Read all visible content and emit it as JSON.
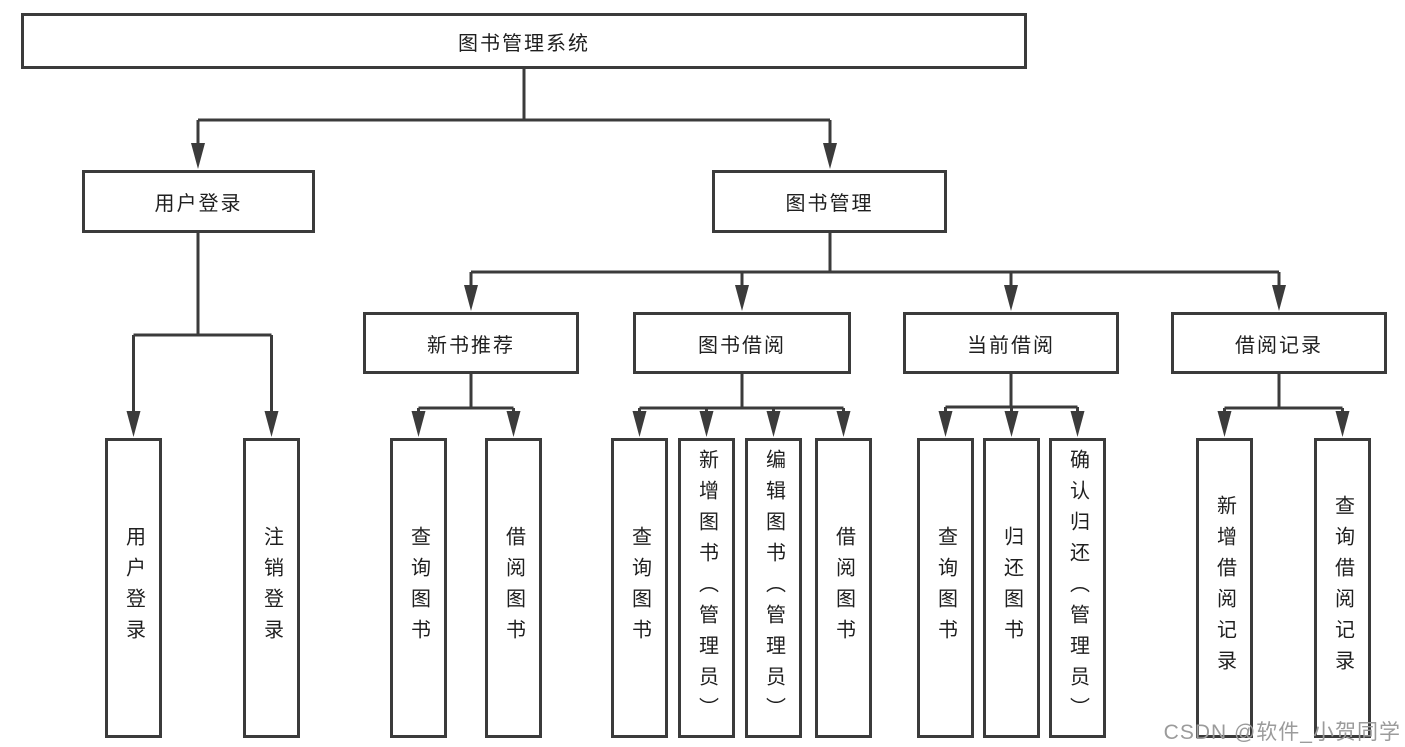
{
  "title": "图书管理系统",
  "colors": {
    "line": "#3b3b3b",
    "text": "#1f1f1f",
    "watermark": "#9b9b9b",
    "background": "#ffffff"
  },
  "nodes": {
    "root": "图书管理系统",
    "user_login": "用户登录",
    "book_management": "图书管理",
    "new_book_recommend": "新书推荐",
    "book_borrow": "图书借阅",
    "current_borrow": "当前借阅",
    "borrow_records": "借阅记录",
    "leaf_user_login": "用户登录",
    "leaf_logout": "注销登录",
    "leaf_query_book_recommend": "查询图书",
    "leaf_borrow_book_recommend": "借阅图书",
    "leaf_query_book_borrow": "查询图书",
    "leaf_add_book_admin": "新增图书（管理员）",
    "leaf_edit_book_admin": "编辑图书（管理员）",
    "leaf_borrow_book_borrow": "借阅图书",
    "leaf_query_book_current": "查询图书",
    "leaf_return_book": "归还图书",
    "leaf_confirm_return_admin": "确认归还（管理员）",
    "leaf_add_borrow_record": "新增借阅记录",
    "leaf_query_borrow_record": "查询借阅记录"
  },
  "watermark": "CSDN @软件_小贺同学"
}
